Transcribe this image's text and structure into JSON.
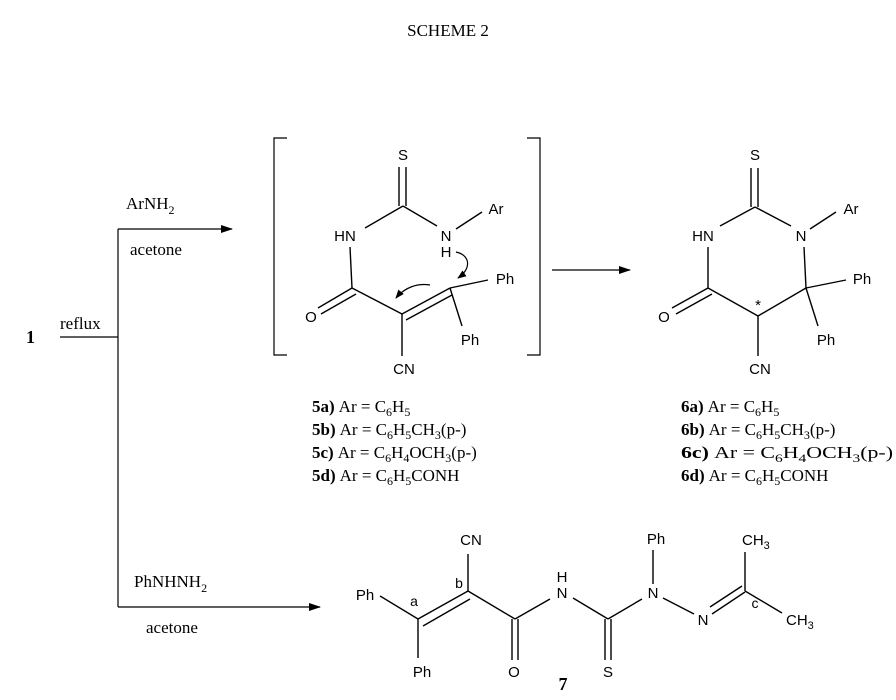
{
  "title": "SCHEME 2",
  "start_compound": "1",
  "conditions": {
    "upper_reagent": "ArNH",
    "upper_reagent_sub": "2",
    "upper_solvent": "acetone",
    "mid_condition": "reflux",
    "lower_reagent": "PhNHNH",
    "lower_reagent_sub": "2",
    "lower_solvent": "acetone"
  },
  "intermediate": {
    "atoms": {
      "S": "S",
      "HN": "HN",
      "N": "N",
      "H": "H",
      "Ar": "Ar",
      "Ph1": "Ph",
      "Ph2": "Ph",
      "O": "O",
      "CN": "CN"
    }
  },
  "product6": {
    "atoms": {
      "S": "S",
      "HN": "HN",
      "N": "N",
      "Ar": "Ar",
      "Ph1": "Ph",
      "Ph2": "Ph",
      "O": "O",
      "CN": "CN",
      "star": "*"
    }
  },
  "compound7": {
    "label": "7",
    "atoms": {
      "CN": "CN",
      "Ph_top": "Ph",
      "CH3_top": "CH",
      "CH3_top_sub": "3",
      "Ph_left": "Ph",
      "a": "a",
      "b": "b",
      "c": "c",
      "H": "H",
      "N_amide": "N",
      "N1": "N",
      "N2": "N",
      "CH3_right": "CH",
      "CH3_right_sub": "3",
      "Ph_bottom": "Ph",
      "O": "O",
      "S": "S"
    }
  },
  "list5": [
    {
      "label": "5a)",
      "pre": "Ar = C",
      "s1": "6",
      "m1": "H",
      "s2": "5",
      "tail": ""
    },
    {
      "label": "5b)",
      "pre": "Ar = C",
      "s1": "6",
      "m1": "H",
      "s2": "5",
      "m2": "CH",
      "s3": "3",
      "tail": "(p-)"
    },
    {
      "label": "5c)",
      "pre": "Ar = C",
      "s1": "6",
      "m1": "H",
      "s2": "4",
      "m2": "OCH",
      "s3": "3",
      "tail": "(p-)"
    },
    {
      "label": "5d)",
      "pre": "Ar = C",
      "s1": "6",
      "m1": "H",
      "s2": "5",
      "tail": "CONH"
    }
  ],
  "list6": [
    {
      "label": "6a)",
      "pre": "Ar = C",
      "s1": "6",
      "m1": "H",
      "s2": "5",
      "tail": ""
    },
    {
      "label": "6b)",
      "pre": "Ar = C",
      "s1": "6",
      "m1": "H",
      "s2": "5",
      "m2": "CH",
      "s3": "3",
      "tail": "(p-)"
    },
    {
      "label": "6c)",
      "pre": "Ar = C",
      "s1": "6",
      "m1": "H",
      "s2": "4",
      "m2": "OCH",
      "s3": "3",
      "tail": "(p-)"
    },
    {
      "label": "6d)",
      "pre": "Ar = C",
      "s1": "6",
      "m1": "H",
      "s2": "5",
      "tail": "CONH"
    }
  ]
}
